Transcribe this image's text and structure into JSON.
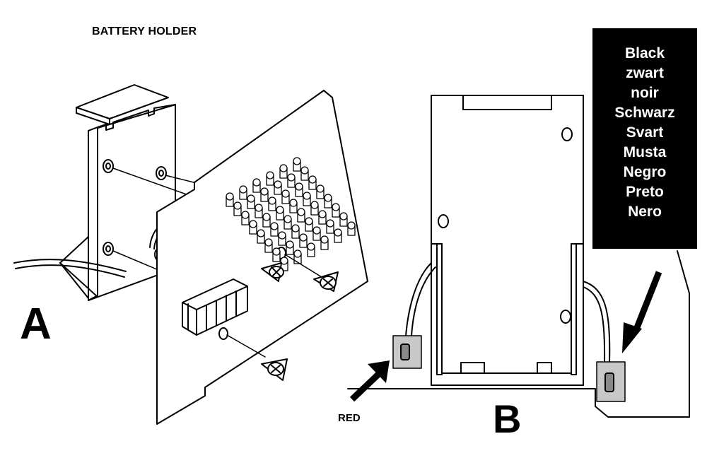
{
  "title": "BATTERY HOLDER",
  "figure_a_label": "A",
  "figure_b_label": "B",
  "red_label": "RED",
  "black_labels": [
    "Black",
    "zwart",
    "noir",
    "Schwarz",
    "Svart",
    "Musta",
    "Negro",
    "Preto",
    "Nero"
  ],
  "colors": {
    "line": "#000000",
    "connector_fill": "#c8c8c8",
    "label_box": "#000000"
  }
}
